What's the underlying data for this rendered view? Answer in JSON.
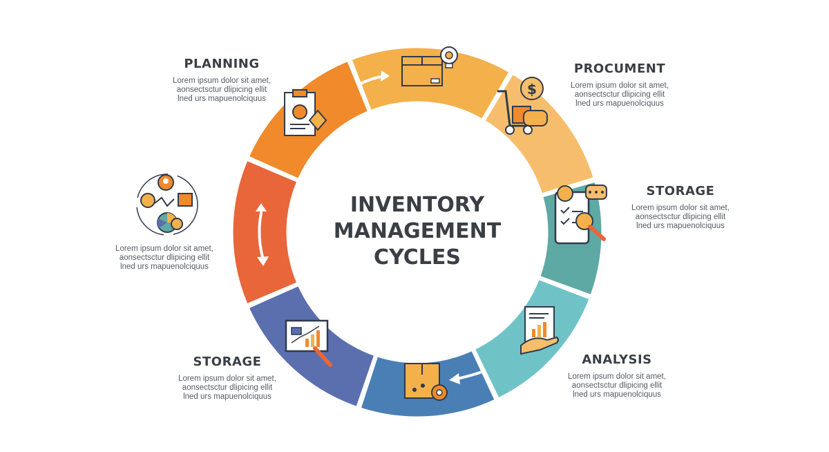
{
  "title": {
    "line1": "INVENTORY",
    "line2": "MANAGEMENT",
    "line3": "CYCLES"
  },
  "colors": {
    "planning": "#f08a2a",
    "top": "#f4b04a",
    "procurement": "#f6be6c",
    "storage_right": "#5ea9a4",
    "analysis": "#6fc3c7",
    "bottom": "#4a7fb5",
    "storage_left": "#5b6eae",
    "left": "#e8663a"
  },
  "stages": {
    "planning": {
      "title": "PLANNING",
      "lines": [
        "Lorem ipsum dolor sit amet,",
        "aonsectsctur dlipicing ellit",
        "lned urs mapuenolciquus"
      ]
    },
    "procurement": {
      "title": "PROCUMENT",
      "lines": [
        "Lorem ipsum dolor sit amet,",
        "aonsectsctur dlipicing ellit",
        "lned urs mapuenolciquus"
      ]
    },
    "storage_right": {
      "title": "STORAGE",
      "lines": [
        "Lorem ipsum dolor sit amet,",
        "aonsectsctur dlipicing ellit",
        "lned urs mapuenolciquus"
      ]
    },
    "analysis": {
      "title": "ANALYSIS",
      "lines": [
        "Lorem ipsum dolor sit amet,",
        "aonsectsctur dlipicing ellit",
        "lned urs mapuenolciquus"
      ]
    },
    "storage_left": {
      "title": "STORAGE",
      "lines": [
        "Lorem ipsum dolor sit amet,",
        "aonsectsctur dlipicing ellit",
        "lned urs mapuenolciquus"
      ]
    },
    "left_side": {
      "lines": [
        "Lorem ipsum dolor sit amet,",
        "aonsectsctur dlipicing ellit",
        "lned urs mapuenolciquus"
      ]
    }
  }
}
